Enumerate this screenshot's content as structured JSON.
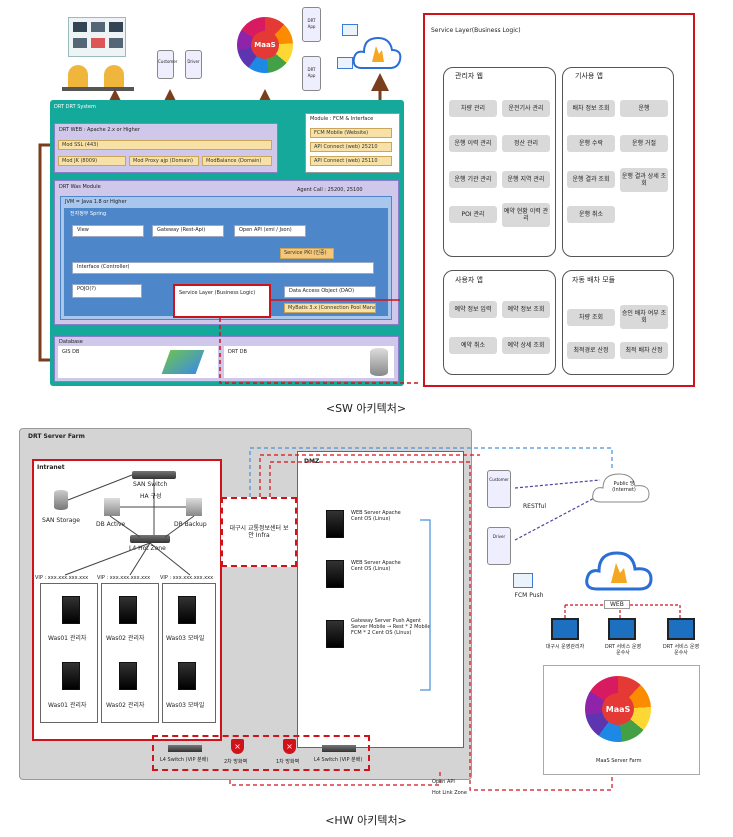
{
  "sw": {
    "caption": "<SW 아키텍처>",
    "drt_system": "DRT DRT System",
    "drt_web": "DRT WEB : Apache 2.x or Higher",
    "mod_ssl": "Mod SSL (443)",
    "mod_jk": "Mod JK (8009)",
    "mod_proxy": "Mod Proxy ajp (Domain)",
    "mod_balance": "ModBalance (Domain)",
    "module_fcm": "Module : FCM & Interface",
    "fcm_mobile": "FCM Mobile (Website)",
    "api_connect_1": "API Connect (web) 25210",
    "api_connect_2": "API Connect (web) 25110",
    "drt_was_module": "DRT Was Module",
    "agent_call": "Agent Call : 25200, 25100",
    "jvm": "JVM = Java 1.8 or Higher",
    "spring": "전자정부 Spring",
    "view": "View",
    "gateway": "Gateway (Rest-Api)",
    "open_api": "Open API (xml / Json)",
    "service_pki": "Service PKI (인증)",
    "interface_controller": "Interface (Controller)",
    "pojo": "POJO(?)",
    "service_layer": "Service Layer (Business Logic)",
    "dao": "Data Access Object (DAO)",
    "mybatis": "MyBatis 3.x (Connection Pool Manager)",
    "database": "Database",
    "gis_db": "GIS DB",
    "drt_db": "DRT DB",
    "phone_customer": "Customer",
    "phone_driver": "Driver",
    "phone_left1": "DRT App",
    "phone_left2": "DRT App",
    "maas": "MaaS",
    "business_title": "Service Layer(Business Logic)",
    "groups": [
      {
        "title": "관리자 웹",
        "items": [
          "차량 관리",
          "운전기사 관리",
          "운행 이력 관리",
          "정산 관리",
          "운행 기관 관리",
          "운행 지역 관리",
          "POI 관리",
          "예약 현황 이력 관리"
        ]
      },
      {
        "title": "기사용 앱",
        "items": [
          "배차 정보 조회",
          "운행",
          "운행 수락",
          "운행 거절",
          "운행 결과 조회",
          "운행 결과 상세 조회",
          "운행 취소"
        ]
      },
      {
        "title": "사용자 앱",
        "items": [
          "예약 정보 입력",
          "예약 정보 조회",
          "예약 취소",
          "예약 상세 조회"
        ]
      },
      {
        "title": "자동 배차 모듈",
        "items": [
          "차량 조회",
          "승인 배차 여부 조회",
          "최적경로 산정",
          "최적 배차 산정"
        ]
      }
    ]
  },
  "hw": {
    "caption": "<HW 아키텍처>",
    "farm": "DRT Server Farm",
    "intranet": "Intranet",
    "san_switch": "SAN Switch",
    "san_storage": "SAN Storage",
    "ha": "HA 구성",
    "db_active": "DB Active",
    "db_backup": "DB Backup",
    "l4_hot_zone": "L4 Hot Zone",
    "vip1": "VIP : xxx.xxx.xxx.xxx",
    "vip2": "VIP : xxx.xxx.xxx.xxx",
    "vip3": "VIP : xxx.xxx.xxx.xxx",
    "was01a": "Was01 관리자",
    "was02a": "Was02 관리자",
    "was03a": "Was03 모바일",
    "was01b": "Was01 관리자",
    "was02b": "Was02 관리자",
    "was03b": "Was03 모바일",
    "center": "대구시 교통정보센터 보안 Infra",
    "dmz": "DMZ",
    "web1": "WEB Server Apache Cent OS (Linux)",
    "web2": "WEB Server Apache Cent OS (Linux)",
    "gateway_server": "Gateway Server Push Agent Server Mobile → Rest * 2 Mobile FCM * 2 Cent OS (Linux)",
    "l4_switch_left": "L4 Switch (VIP 분배)",
    "fw2": "2차 방화벽",
    "fw1": "1차 방화벽",
    "l4_switch_right": "L4 Switch (VIP 분배)",
    "customer": "Customer",
    "driver": "Driver",
    "restful": "RESTful",
    "fcm_push": "FCM Push",
    "public": "Public 망 (Internet)",
    "web": "WEB",
    "op1": "대구시 운영관리자",
    "op2": "DRT 서비스 운영 운수사",
    "op3": "DRT 서비스 운영 운수사",
    "maas": "MaaS",
    "maas_farm": "MaaS Server Farm",
    "open_api": "Open API",
    "hot_link": "Hot Link Zone"
  },
  "colors": {
    "teal": "#0e9c92",
    "purple": "#8b7ec8",
    "blue": "#4e87c9",
    "red": "#d0121b",
    "brown": "#7a3e1e",
    "yellow": "#f7e1a6"
  }
}
